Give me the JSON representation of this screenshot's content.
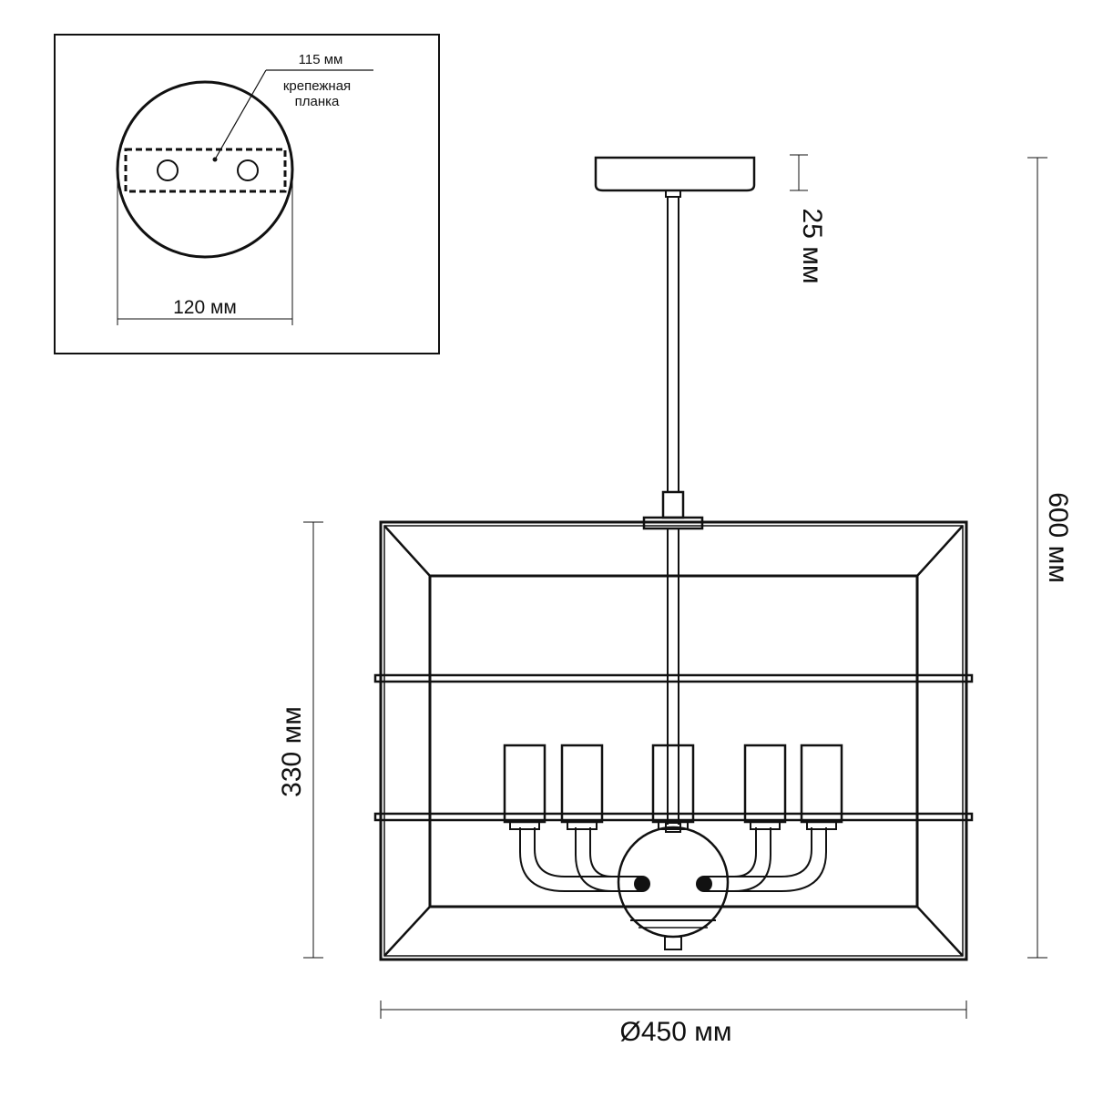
{
  "inset": {
    "label_plate_dim": "115 мм",
    "label_plate_name_1": "крепежная",
    "label_plate_name_2": "планка",
    "label_canopy_diameter": "120 мм"
  },
  "dimensions": {
    "canopy_height": "25 мм",
    "total_height": "600 мм",
    "shade_height": "330 мм",
    "shade_diameter": "Ø450 мм"
  },
  "lamp": {
    "candle_count": 5
  }
}
